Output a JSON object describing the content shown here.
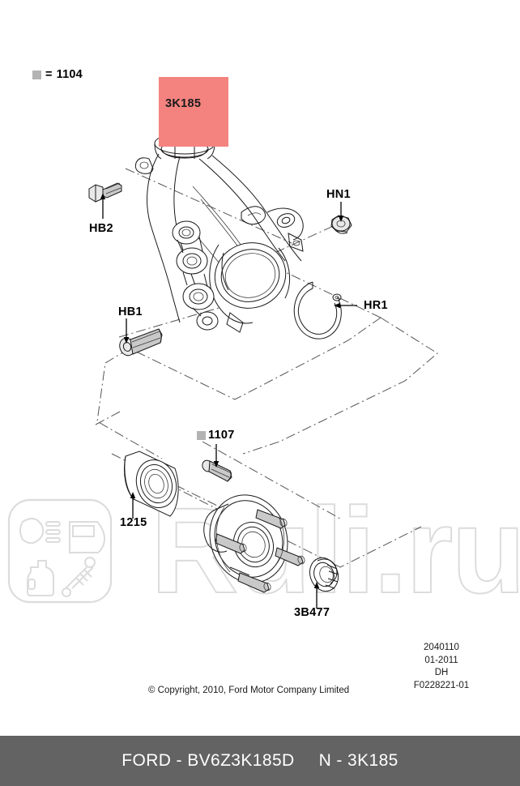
{
  "legend": {
    "marker_icon": "gray-square-marker",
    "equals": "=",
    "code": "1104"
  },
  "highlight": {
    "label": "3K185",
    "color": "#f4837f"
  },
  "callouts": [
    {
      "id": "hb2",
      "label": "HB2",
      "part": "hex-flange-bolt"
    },
    {
      "id": "hb1",
      "label": "HB1",
      "part": "socket-head-bolt"
    },
    {
      "id": "hn1",
      "label": "HN1",
      "part": "hub-nut"
    },
    {
      "id": "hr1",
      "label": "HR1",
      "part": "snap-ring"
    },
    {
      "id": "c1215",
      "label": "1215",
      "part": "wheel-bearing"
    },
    {
      "id": "c1107",
      "label": "1107",
      "part": "wheel-stud",
      "marker": true
    },
    {
      "id": "c3b477",
      "label": "3B477",
      "part": "abs-sensor-ring"
    }
  ],
  "watermark": {
    "text": "Ruli.ru",
    "logo_icons": [
      "headlight-icon",
      "door-icon",
      "oil-bottle-icon",
      "shock-absorber-icon"
    ]
  },
  "document_info": {
    "line1": "2040110",
    "line2": "01-2011",
    "line3": "DH",
    "line4": "F0228221-01"
  },
  "copyright": "© Copyright, 2010, Ford Motor Company Limited",
  "footer": {
    "left": "FORD - BV6Z3K185D",
    "right": "N - 3K185",
    "background": "#636363"
  }
}
